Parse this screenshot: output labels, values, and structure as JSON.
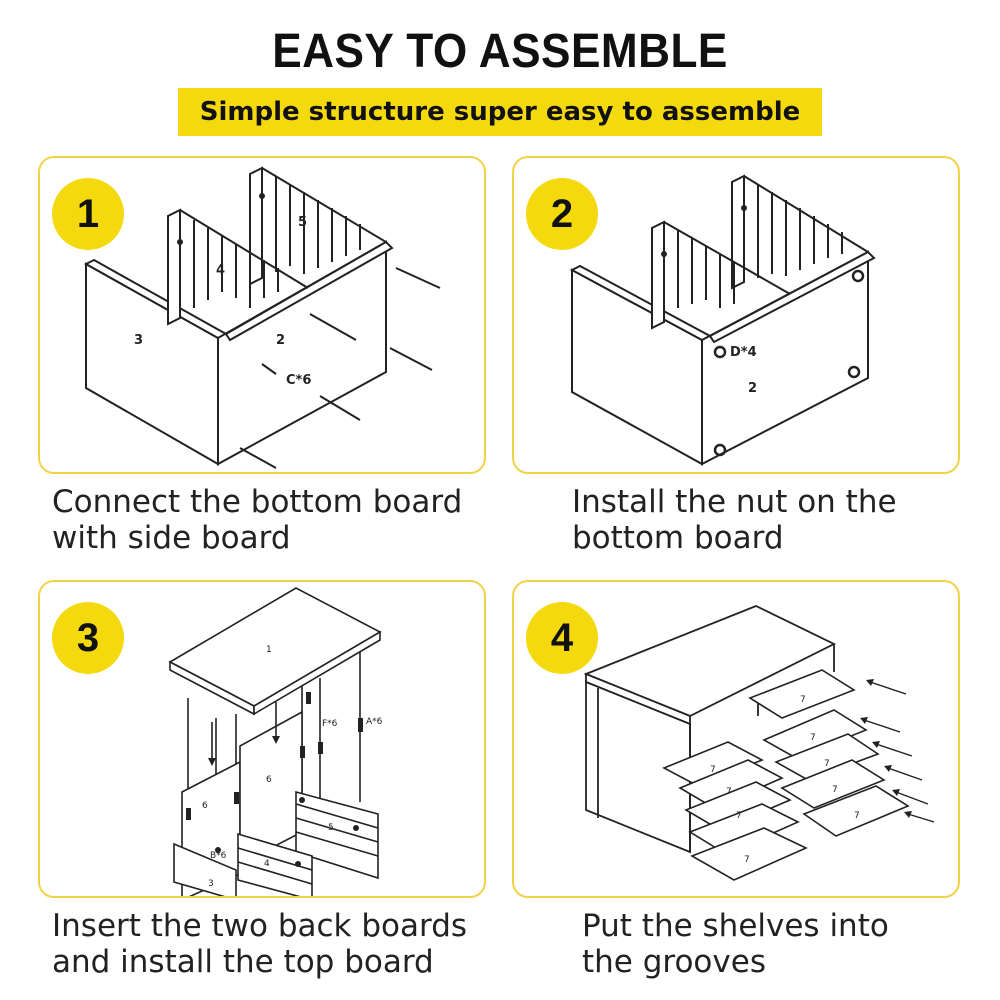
{
  "header": {
    "title": "EASY TO ASSEMBLE",
    "subtitle": "Simple structure super easy to assemble"
  },
  "accent_color": "#f5d90f",
  "steps": [
    {
      "number": "1",
      "caption_line1": "Connect the bottom board",
      "caption_line2": "with side board",
      "labels": [
        "3",
        "4",
        "5",
        "2",
        "C*6"
      ]
    },
    {
      "number": "2",
      "caption_line1": "Install the nut on the",
      "caption_line2": "bottom board",
      "labels": [
        "D*4",
        "2"
      ]
    },
    {
      "number": "3",
      "caption_line1": "Insert the two back boards",
      "caption_line2": "and install the top board",
      "labels": [
        "1",
        "F*6",
        "A*6",
        "6",
        "6",
        "5",
        "4",
        "B*6",
        "3"
      ]
    },
    {
      "number": "4",
      "caption_line1": "Put the shelves into",
      "caption_line2": "the grooves",
      "labels": [
        "7",
        "7",
        "7",
        "7",
        "7",
        "7",
        "7",
        "7",
        "7"
      ]
    }
  ]
}
